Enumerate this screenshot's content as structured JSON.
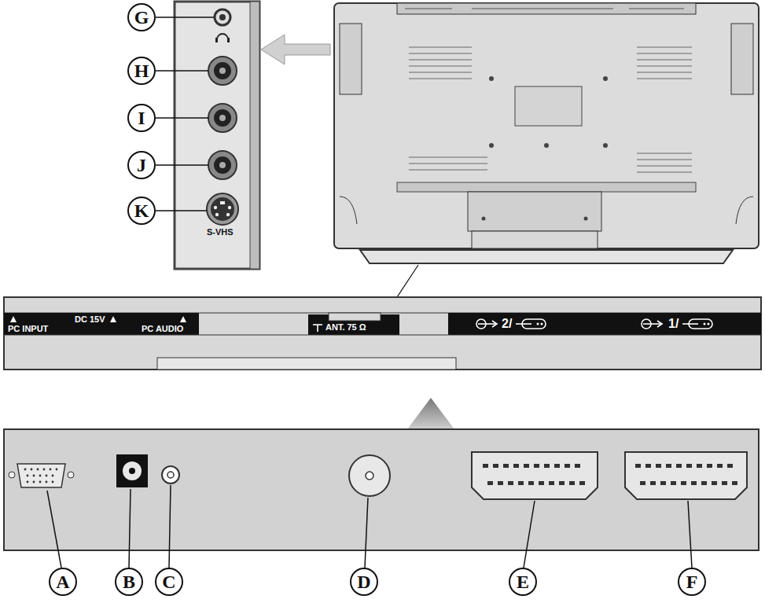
{
  "diagram": {
    "nodes": [
      {
        "text": [
          "G"
        ]
      },
      {
        "text": [
          "H"
        ]
      },
      {
        "text": [
          "I"
        ]
      },
      {
        "text": [
          "J"
        ]
      },
      {
        "text": [
          "K"
        ]
      },
      {
        "text": [
          "A"
        ]
      },
      {
        "text": [
          "B"
        ]
      },
      {
        "text": [
          "C"
        ]
      },
      {
        "text": [
          "D"
        ]
      },
      {
        "text": [
          "E"
        ]
      },
      {
        "text": [
          "F"
        ]
      }
    ],
    "labels": [
      "S-VHS",
      "PC INPUT",
      "DC 15V",
      "PC AUDIO",
      "ANT. 75 Ω",
      "2/",
      "1/"
    ]
  }
}
